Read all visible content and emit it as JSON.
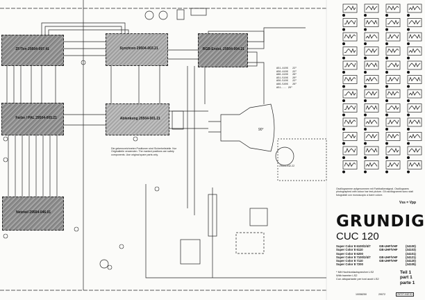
{
  "title": "GRUNDIG",
  "chassis": "CUC 120",
  "models": [
    {
      "name": "Super Color 8 6100/2/4/7",
      "band": "GB-UHF/VHF",
      "code": "(34100)"
    },
    {
      "name": "Super Color 8 6110",
      "band": "GB-UHF/VHF",
      "code": "(34103)"
    },
    {
      "name": "Super Color 8 6200",
      "band": "",
      "code": "(34101)"
    },
    {
      "name": "Super Color 8 7100/2/4/7",
      "band": "GB-UHF/VHF",
      "code": "(34121)"
    },
    {
      "name": "Super Color 8 7110",
      "band": "GB-UHF/VHF",
      "code": "(34120)"
    },
    {
      "name": "Super Color 8 7200",
      "band": "",
      "code": "(34105)"
    }
  ],
  "part": [
    "Teil 1",
    "part 1",
    "parte 1"
  ],
  "tweeter_note": [
    "* Mit Hochtonlautsprecher LS2",
    "With tweeter LS2",
    "Con altoparlante per toni acuti LS2"
  ],
  "doc_numbers": [
    "10058250",
    "29072",
    "29727-042.01"
  ],
  "vss_note": "Vss = Vpp",
  "oscillogram_note": "Oszillogramme aufgenommen mit Farbbalkensignal. Oscillograms photographed with colour bar test picture. Gli oscillogrammi sono stati fotografati con monoscopio a barre colore.",
  "modules": {
    "if": "ZF/Ton 29504-097.41",
    "sync": "Synchron 29504-003.21",
    "rgb": "RGB-Endst. 29504-004.21",
    "colour": "Farbe / PAL 29504-005.21",
    "deflection": "Ablenkung 29504-001.21",
    "power": "Netzteil 29504-046.01",
    "crt_socket": "29504-042.22"
  },
  "crt_types": [
    "A51-410X   22\"",
    "A56-410X   22\"",
    "A66-410X   26\"",
    "A51-510X   20\"",
    "A56-510X   22\"",
    "A66-540X   26\"",
    "A51-... 20\""
  ],
  "safety_note": "Die gekennzeichneten Positionen sind Sicherheitsteile. Nur Originalteile verwenden. The marked positions are safety components. Use original spare parts only.",
  "crt_size": "90°",
  "waveform_count": 48
}
